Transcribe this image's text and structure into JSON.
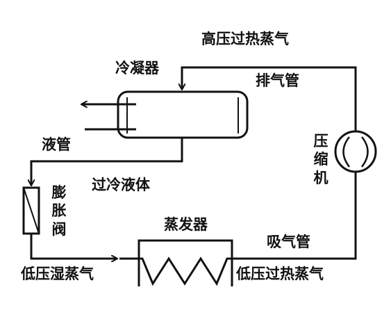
{
  "labels": {
    "high_pressure_superheated_vapor": "高压过热蒸气",
    "condenser": "冷凝器",
    "discharge_pipe": "排气管",
    "liquid_pipe": "液管",
    "subcooled_liquid": "过冷液体",
    "expansion_valve_chars": [
      "膨",
      "胀",
      "阀"
    ],
    "compressor_chars": [
      "压",
      "缩",
      "机"
    ],
    "evaporator": "蒸发器",
    "suction_pipe": "吸气管",
    "low_pressure_wet_vapor": "低压湿蒸气",
    "low_pressure_superheated_vapor": "低压过热蒸气"
  },
  "colors": {
    "line": "#111111",
    "background": "#ffffff"
  }
}
